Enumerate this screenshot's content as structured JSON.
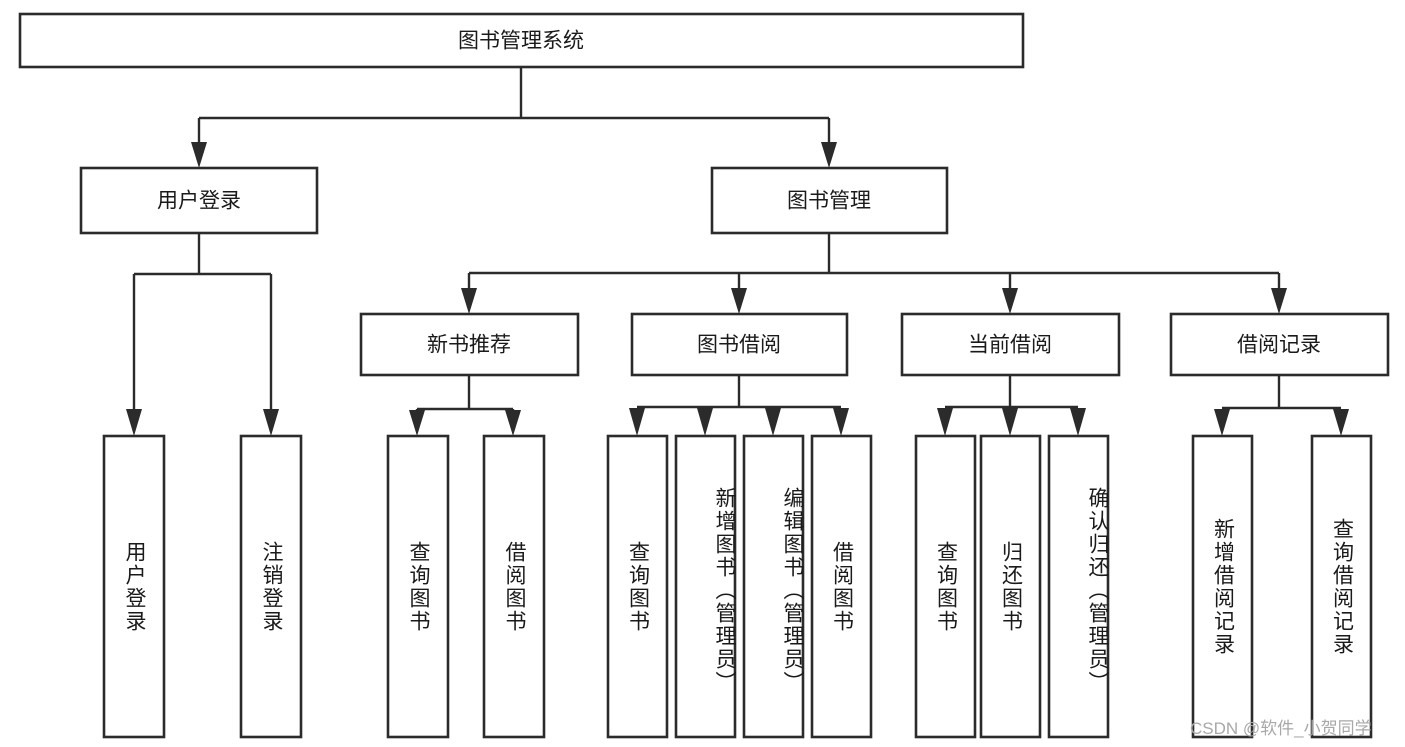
{
  "diagram": {
    "title": "图书管理系统",
    "type": "tree",
    "root": {
      "id": "root",
      "label": "图书管理系统",
      "orientation": "horizontal"
    },
    "level2": [
      {
        "id": "user-login",
        "label": "用户登录",
        "orientation": "horizontal"
      },
      {
        "id": "book-management",
        "label": "图书管理",
        "orientation": "horizontal"
      }
    ],
    "level3": [
      {
        "id": "new-book-recommend",
        "label": "新书推荐",
        "parent": "book-management",
        "orientation": "horizontal"
      },
      {
        "id": "book-borrow",
        "label": "图书借阅",
        "parent": "book-management",
        "orientation": "horizontal"
      },
      {
        "id": "current-borrow",
        "label": "当前借阅",
        "parent": "book-management",
        "orientation": "horizontal"
      },
      {
        "id": "borrow-record",
        "label": "借阅记录",
        "parent": "book-management",
        "orientation": "horizontal"
      }
    ],
    "leaves": [
      {
        "id": "leaf-user-login",
        "label": "用户登录",
        "parent": "user-login",
        "orientation": "vertical"
      },
      {
        "id": "leaf-logout-login",
        "label": "注销登录",
        "parent": "user-login",
        "orientation": "vertical"
      },
      {
        "id": "leaf-query-book-1",
        "label": "查询图书",
        "parent": "new-book-recommend",
        "orientation": "vertical"
      },
      {
        "id": "leaf-borrow-book-1",
        "label": "借阅图书",
        "parent": "new-book-recommend",
        "orientation": "vertical"
      },
      {
        "id": "leaf-query-book-2",
        "label": "查询图书",
        "parent": "book-borrow",
        "orientation": "vertical"
      },
      {
        "id": "leaf-add-book",
        "label": "新增图书（管理员）",
        "parent": "book-borrow",
        "orientation": "vertical"
      },
      {
        "id": "leaf-edit-book",
        "label": "编辑图书（管理员）",
        "parent": "book-borrow",
        "orientation": "vertical"
      },
      {
        "id": "leaf-borrow-book-2",
        "label": "借阅图书",
        "parent": "book-borrow",
        "orientation": "vertical"
      },
      {
        "id": "leaf-query-book-3",
        "label": "查询图书",
        "parent": "current-borrow",
        "orientation": "vertical"
      },
      {
        "id": "leaf-return-book",
        "label": "归还图书",
        "parent": "current-borrow",
        "orientation": "vertical"
      },
      {
        "id": "leaf-confirm-return",
        "label": "确认归还（管理员）",
        "parent": "current-borrow",
        "orientation": "vertical"
      },
      {
        "id": "leaf-add-record",
        "label": "新增借阅记录",
        "parent": "borrow-record",
        "orientation": "vertical"
      },
      {
        "id": "leaf-query-record",
        "label": "查询借阅记录",
        "parent": "borrow-record",
        "orientation": "vertical"
      }
    ]
  },
  "watermark": {
    "text": "CSDN @软件_小贺同学"
  },
  "colors": {
    "stroke": "#2b2b2b",
    "fill": "#ffffff",
    "text": "#1a1a1a",
    "watermark": "#a8a8a8"
  }
}
